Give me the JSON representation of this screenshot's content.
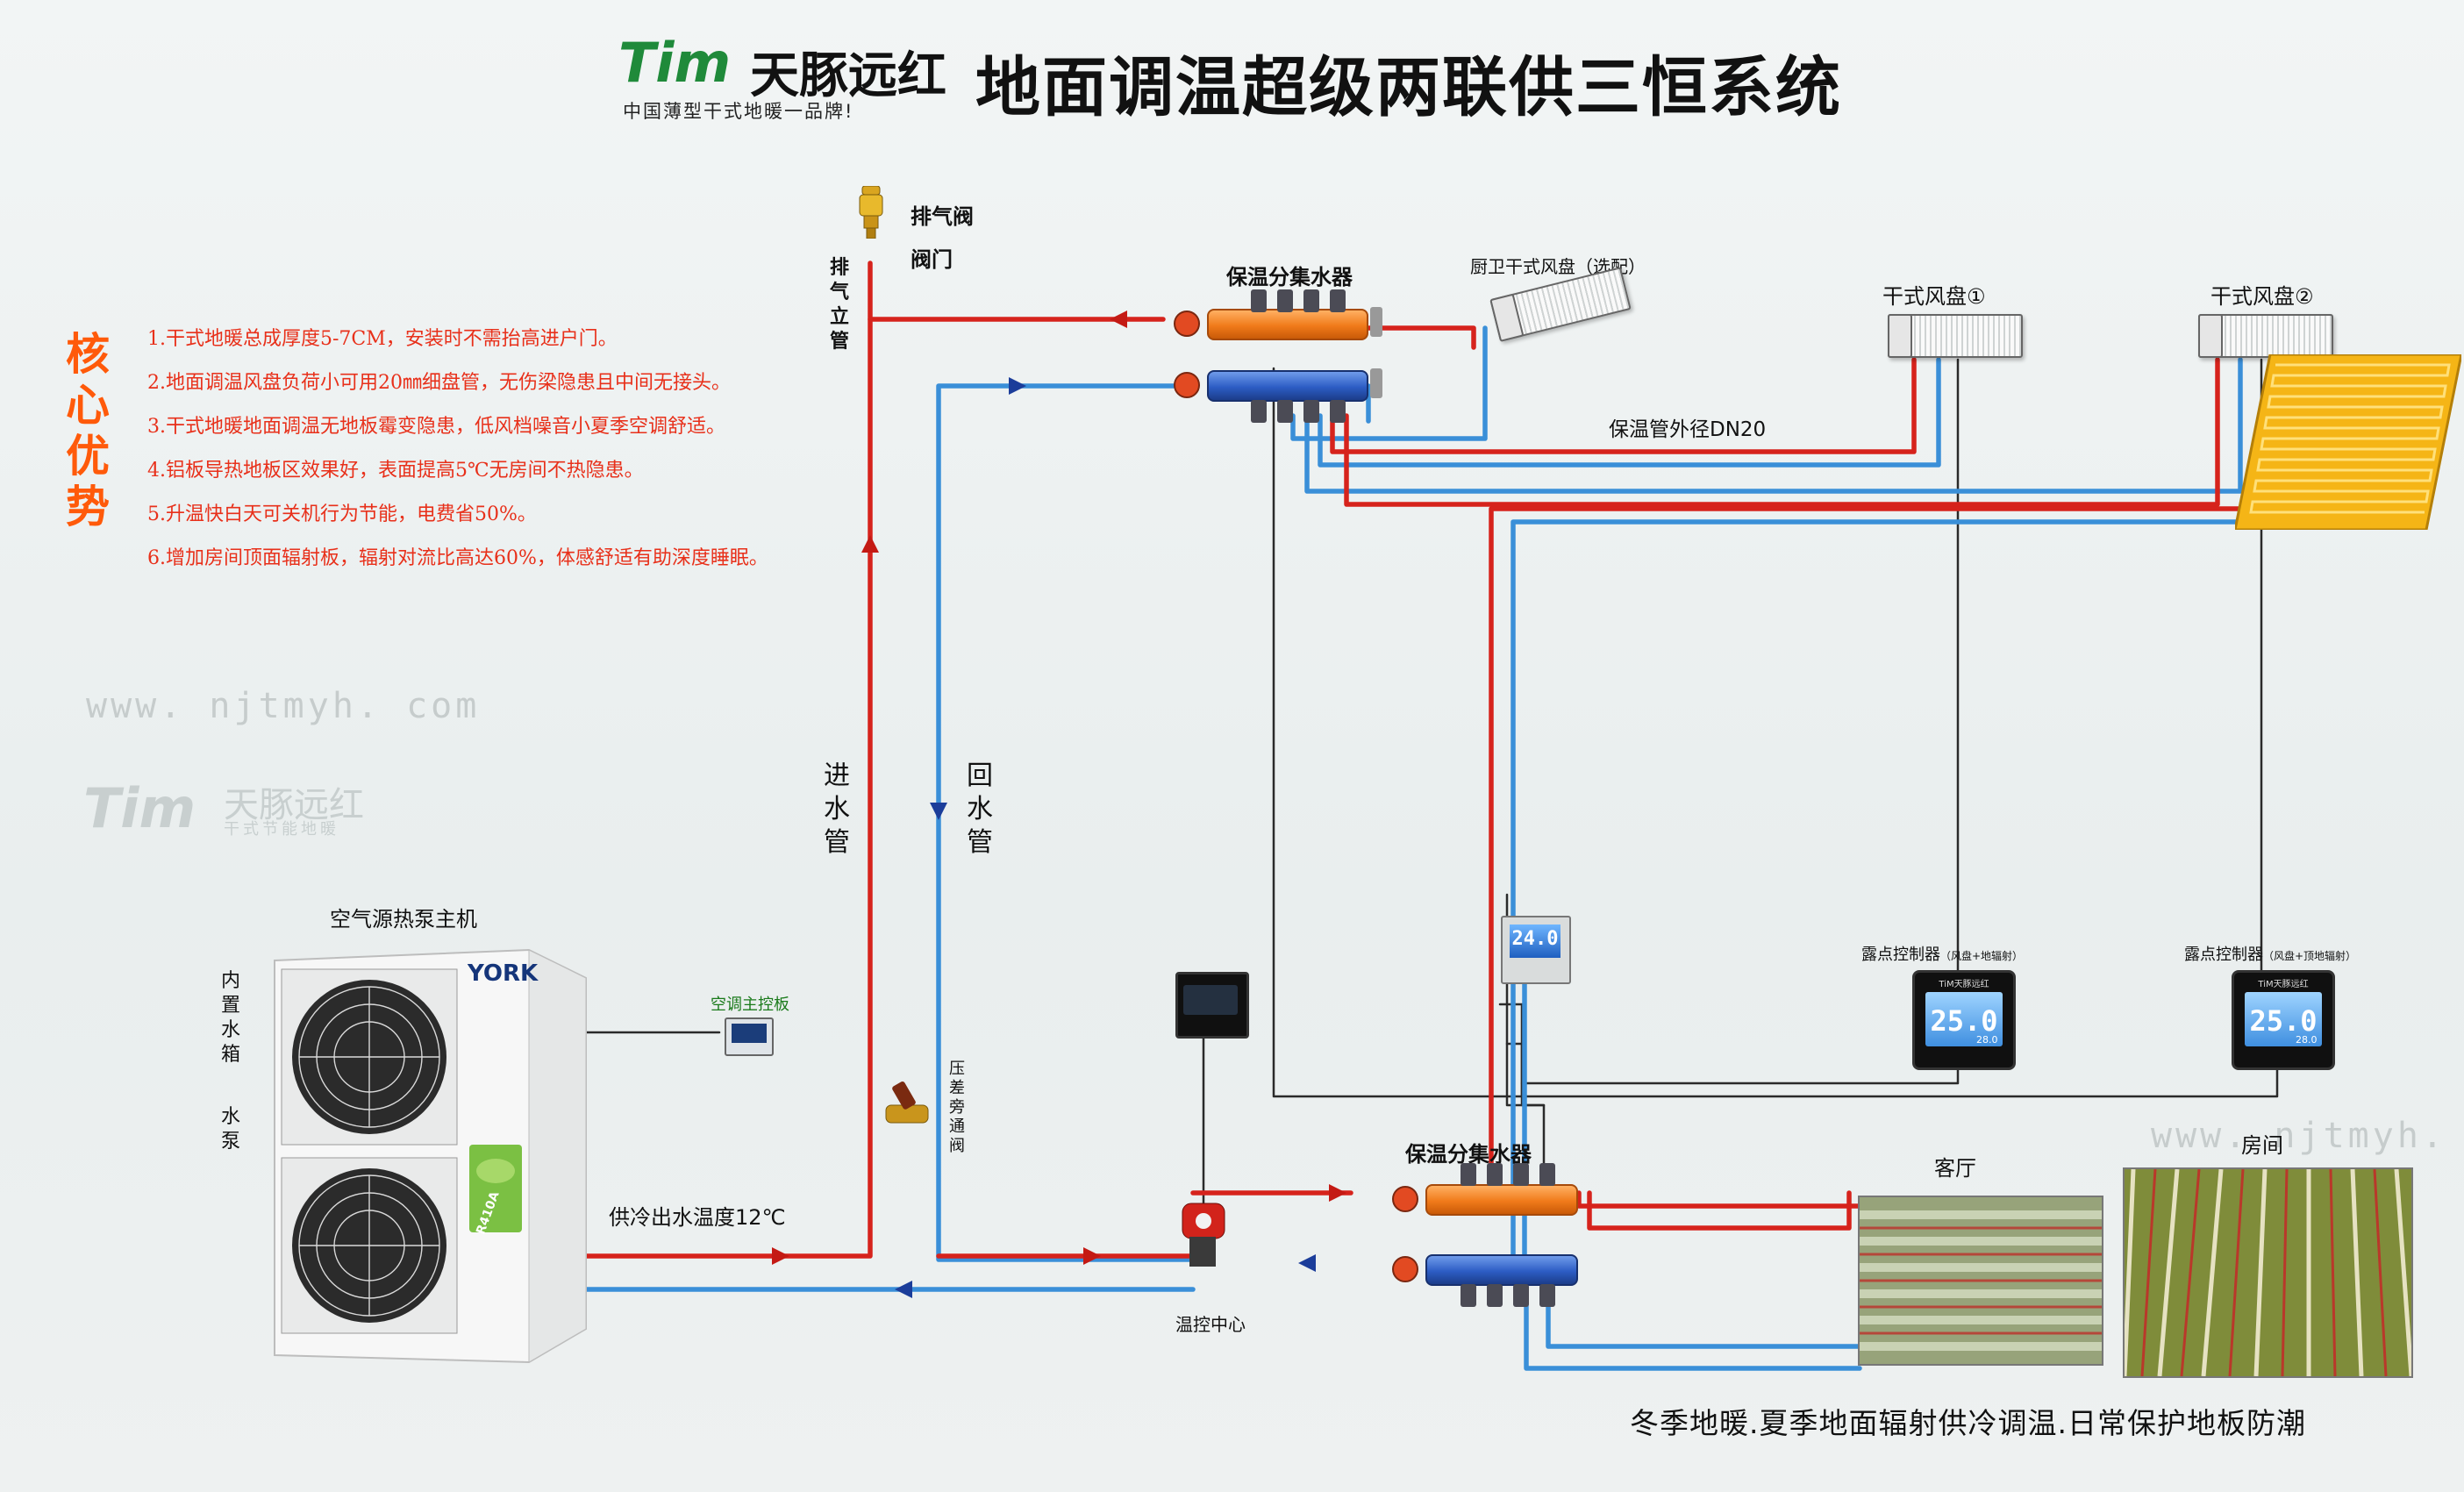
{
  "header": {
    "logo_mark": "Tim",
    "logo_name": "天豚远红",
    "logo_tagline": "中国薄型干式地暖一品牌!",
    "title": "地面调温超级两联供三恒系统"
  },
  "advantages": {
    "heading": "核心优势",
    "items": [
      "1.干式地暖总成厚度5-7CM，安装时不需抬高进户门。",
      "2.地面调温风盘负荷小可用20㎜细盘管，无伤梁隐患且中间无接头。",
      "3.干式地暖地面调温无地板霉变隐患，低风档噪音小夏季空调舒适。",
      "4.铝板导热地板区效果好，表面提高5℃无房间不热隐患。",
      "5.升温快白天可关机行为节能，电费省50%。",
      "6.增加房间顶面辐射板，辐射对流比高达60%，体感舒适有助深度睡眠。"
    ]
  },
  "watermark": {
    "url": "www. njtmyh. com",
    "mark": "Tim",
    "name": "天豚远红",
    "sub": "干式节能地暖"
  },
  "labels": {
    "exhaust_valve": "排气阀",
    "valve": "阀门",
    "exhaust_riser": "排气立管",
    "manifold_top": "保温分集水器",
    "kitchen_coil": "厨卫干式风盘（选配）",
    "fan_coil_1": "干式风盘①",
    "fan_coil_2": "干式风盘②",
    "pipe_dia": "保温管外径DN20",
    "supply_pipe": "进水管",
    "return_pipe": "回水管",
    "heat_pump": "空气源热泵主机",
    "builtin": "内置水箱",
    "pump": "水泵",
    "main_board": "空调主控板",
    "bypass": "压差旁通阀",
    "supply_temp": "供冷出水温度12℃",
    "temp_center": "温控中心",
    "manifold_bottom": "保温分集水器",
    "living_room": "客厅",
    "room": "房间",
    "dew_ctrl_1_name": "露点控制器",
    "dew_ctrl_1_note": "（风盘+地辐射）",
    "dew_ctrl_2_name": "露点控制器",
    "dew_ctrl_2_note": "（风盘+顶地辐射）",
    "bottom_caption": "冬季地暖.夏季地面辐射供冷调温.日常保护地板防潮"
  },
  "devices": {
    "heat_pump_brand": "YORK",
    "refrigerant": "R410A",
    "center_thermostat": "24.0",
    "dew_display_1": "25.0",
    "dew_display_2": "25.0",
    "dew_sub": "28.0",
    "panel_brand": "TiM天豚远红"
  },
  "colors": {
    "supply": "#d6231c",
    "return": "#3a8fd8",
    "signal": "#222222",
    "radiant_panel": "#f5b516",
    "advantage_text": "#e8301a",
    "advantage_head": "#ff5a0a"
  }
}
